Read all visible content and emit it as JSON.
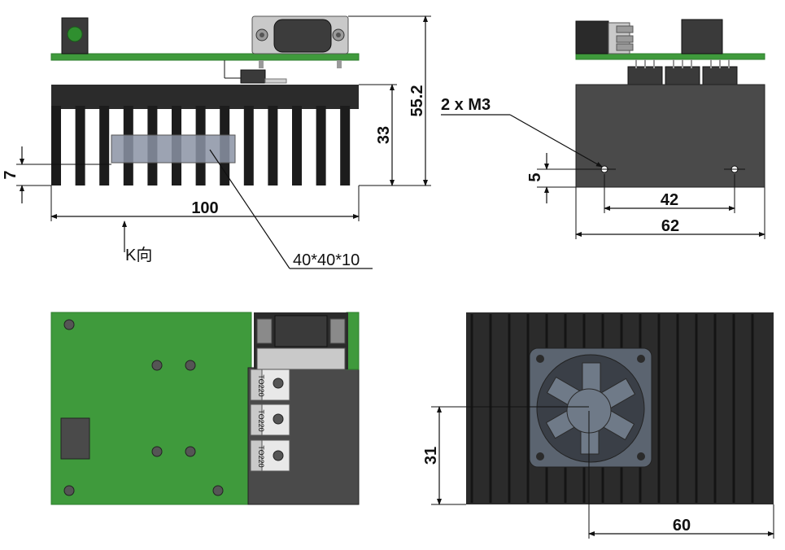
{
  "colors": {
    "pcb_green": "#3f9a3c",
    "pcb_edge": "#2e7d2c",
    "heatsink": "#2b2b2b",
    "heatsink_fin": "#1c1c1c",
    "housing": "#4a4a4a",
    "connector_metal": "#b5b5b5",
    "lens_green": "#2f8f2f",
    "fan_gray": "#5b6470",
    "fan_blade": "#6f7a88",
    "line": "#111111"
  },
  "front_view": {
    "dim_height_total": "55.2",
    "dim_heatsink_height": "33",
    "dim_offset": "7",
    "dim_width": "100",
    "callout_component": "40*40*10",
    "view_arrow_label": "K向"
  },
  "side_view": {
    "callout_holes": "2 x  M3",
    "dim_hole_height": "5",
    "dim_hole_spacing": "42",
    "dim_width": "62"
  },
  "bottom_view": {
    "part_labels": [
      "TO220",
      "TO220",
      "TO220"
    ]
  },
  "fan_view": {
    "dim_fan_height": "31",
    "dim_fan_offset": "60"
  }
}
